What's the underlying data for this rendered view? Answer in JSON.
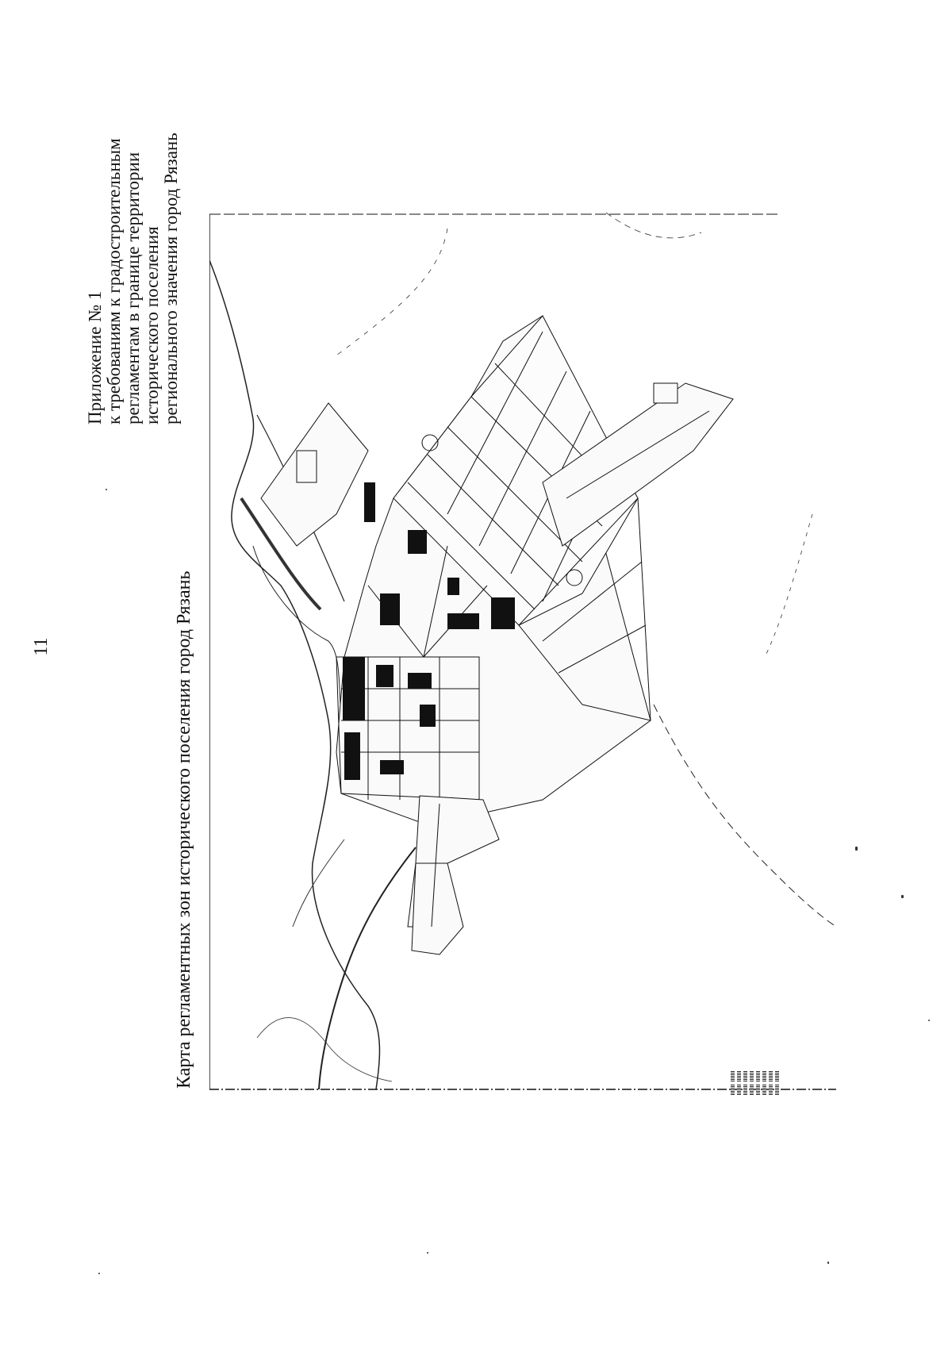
{
  "page": {
    "number": "11"
  },
  "appendix": {
    "lines": [
      "Приложение № 1",
      "к требованиям к градостроительным",
      "регламентам в границе территории",
      "исторического поселения",
      "регионального значения город Рязань"
    ]
  },
  "map": {
    "title": "Карта регламентных зон исторического поселения город Рязань"
  },
  "colors": {
    "ink": "#111111",
    "paper": "#ffffff"
  }
}
